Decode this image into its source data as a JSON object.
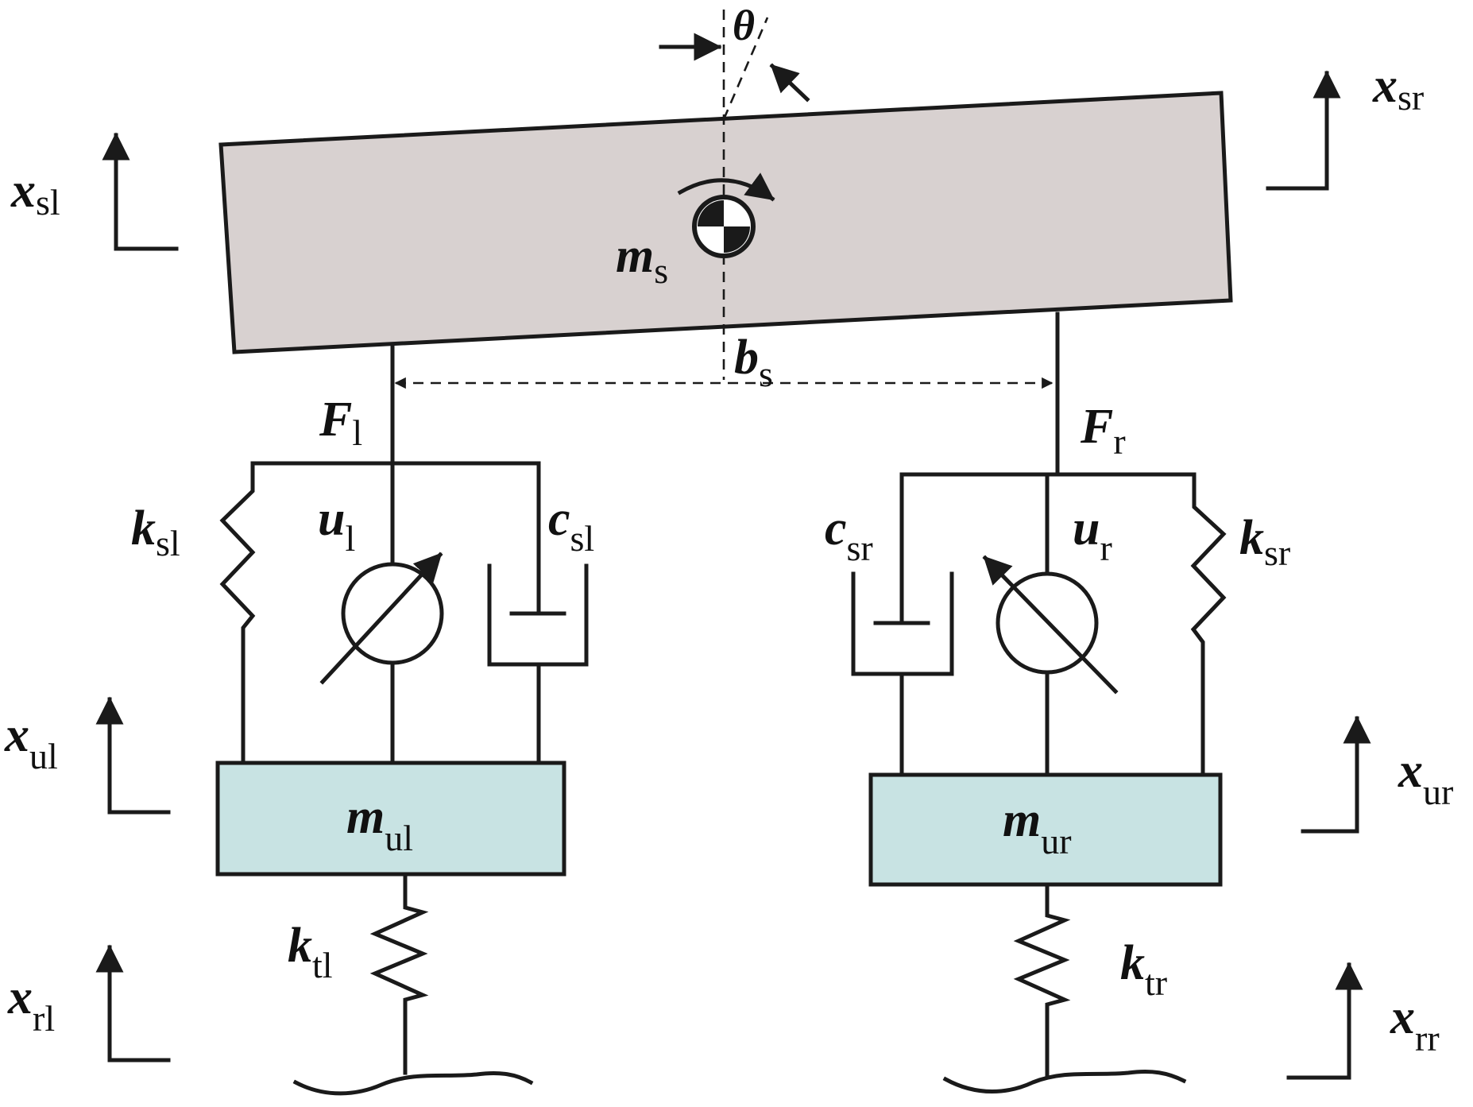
{
  "colors": {
    "line": "#1a1a1a",
    "sprung_mass_fill": "#d8d1d0",
    "unsprung_mass_fill": "#c8e3e3",
    "background": "#ffffff"
  },
  "labels": {
    "x_sl": {
      "sym": "x",
      "sub": "sl"
    },
    "x_sr": {
      "sym": "x",
      "sub": "sr"
    },
    "theta": {
      "sym": "θ",
      "sub": ""
    },
    "m_s": {
      "sym": "m",
      "sub": "s"
    },
    "b_s": {
      "sym": "b",
      "sub": "s"
    },
    "F_l": {
      "sym": "F",
      "sub": "l"
    },
    "F_r": {
      "sym": "F",
      "sub": "r"
    },
    "k_sl": {
      "sym": "k",
      "sub": "sl"
    },
    "u_l": {
      "sym": "u",
      "sub": "l"
    },
    "c_sl": {
      "sym": "c",
      "sub": "sl"
    },
    "c_sr": {
      "sym": "c",
      "sub": "sr"
    },
    "u_r": {
      "sym": "u",
      "sub": "r"
    },
    "k_sr": {
      "sym": "k",
      "sub": "sr"
    },
    "x_ul": {
      "sym": "x",
      "sub": "ul"
    },
    "x_ur": {
      "sym": "x",
      "sub": "ur"
    },
    "m_ul": {
      "sym": "m",
      "sub": "ul"
    },
    "m_ur": {
      "sym": "m",
      "sub": "ur"
    },
    "k_tl": {
      "sym": "k",
      "sub": "tl"
    },
    "k_tr": {
      "sym": "k",
      "sub": "tr"
    },
    "x_rl": {
      "sym": "x",
      "sub": "rl"
    },
    "x_rr": {
      "sym": "x",
      "sub": "rr"
    }
  }
}
